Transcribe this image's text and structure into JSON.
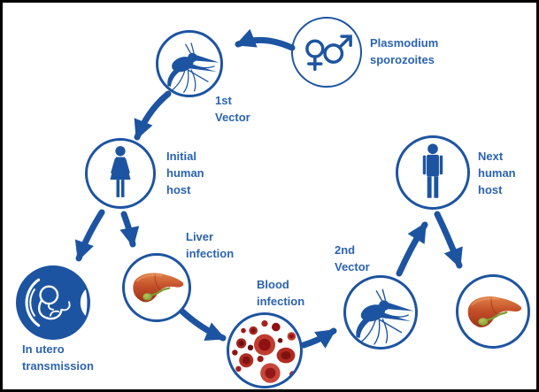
{
  "diagram": {
    "type": "cycle-flow-diagram",
    "background": "#ffffff",
    "border_color": "#000000"
  },
  "colors": {
    "primary_blue": "#1d54a1",
    "text_blue": "#2b63b0",
    "liver_orange": "#c4502a",
    "liver_dark": "#9c3218",
    "gallbladder_green": "#7d9a31",
    "blood_red": "#b02a23",
    "blood_dark": "#7e1410",
    "white": "#ffffff"
  },
  "nodes": {
    "sporozoites": {
      "label": "Plasmodium\nsporozoites",
      "icon": "male-female-symbols-icon"
    },
    "first_vector": {
      "label": "1st\nVector",
      "icon": "mosquito-icon"
    },
    "initial_host": {
      "label": "Initial\nhuman\nhost",
      "icon": "woman-figure-icon"
    },
    "in_utero": {
      "label": "In utero\ntransmission",
      "icon": "fetus-icon"
    },
    "liver_infection": {
      "label": "Liver\ninfection",
      "icon": "liver-icon"
    },
    "blood_infection": {
      "label": "Blood\ninfection",
      "icon": "red-blood-cells-icon"
    },
    "second_vector": {
      "label": "2nd\nVector",
      "icon": "mosquito-icon"
    },
    "next_host": {
      "label": "Next\nhuman\nhost",
      "icon": "man-figure-icon"
    },
    "next_liver": {
      "label": "",
      "icon": "liver-icon"
    }
  },
  "edges": [
    {
      "from": "sporozoites",
      "to": "first_vector"
    },
    {
      "from": "first_vector",
      "to": "initial_host"
    },
    {
      "from": "initial_host",
      "to": "in_utero"
    },
    {
      "from": "initial_host",
      "to": "liver_infection"
    },
    {
      "from": "liver_infection",
      "to": "blood_infection"
    },
    {
      "from": "blood_infection",
      "to": "second_vector"
    },
    {
      "from": "second_vector",
      "to": "next_host"
    },
    {
      "from": "next_host",
      "to": "next_liver"
    }
  ]
}
